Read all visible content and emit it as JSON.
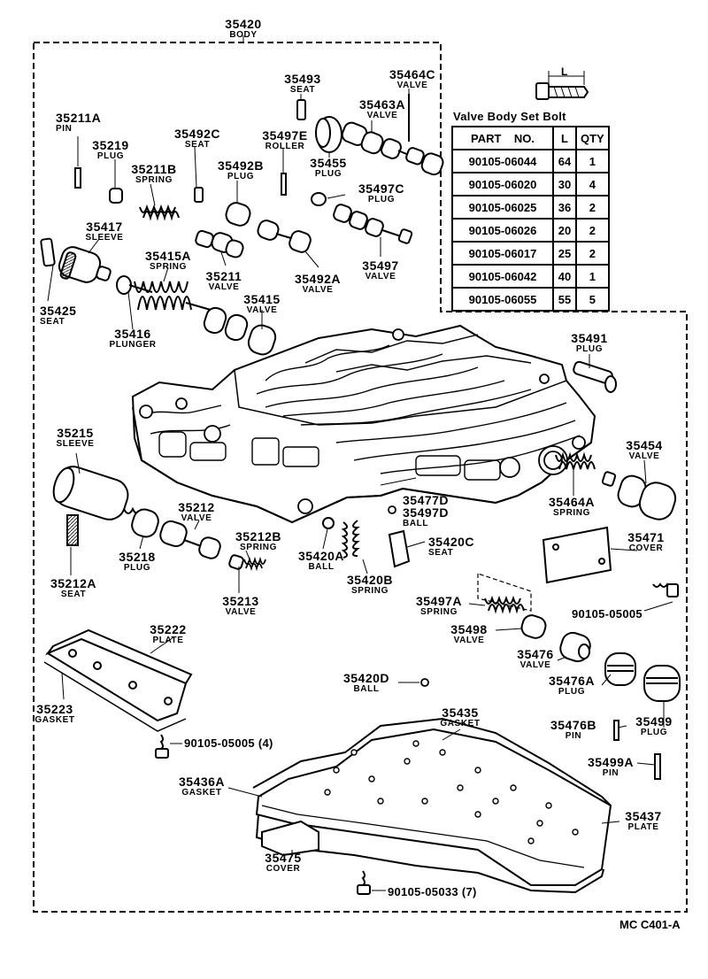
{
  "labels": {
    "body": {
      "num": "35420",
      "name": "BODY"
    },
    "seat_35493": {
      "num": "35493",
      "name": "SEAT"
    },
    "valve_35464c": {
      "num": "35464C",
      "name": "VALVE"
    },
    "valve_35463a": {
      "num": "35463A",
      "name": "VALVE"
    },
    "pin_35211a": {
      "num": "35211A",
      "name": "PIN"
    },
    "seat_35492c": {
      "num": "35492C",
      "name": "SEAT"
    },
    "roller_35497e": {
      "num": "35497E",
      "name": "ROLLER"
    },
    "plug_35455": {
      "num": "35455",
      "name": "PLUG"
    },
    "plug_35219": {
      "num": "35219",
      "name": "PLUG"
    },
    "spring_35211b": {
      "num": "35211B",
      "name": "SPRING"
    },
    "plug_35492b": {
      "num": "35492B",
      "name": "PLUG"
    },
    "plug_35497c": {
      "num": "35497C",
      "name": "PLUG"
    },
    "sleeve_35417": {
      "num": "35417",
      "name": "SLEEVE"
    },
    "spring_35415a": {
      "num": "35415A",
      "name": "SPRING"
    },
    "valve_35211": {
      "num": "35211",
      "name": "VALVE"
    },
    "valve_35492a": {
      "num": "35492A",
      "name": "VALVE"
    },
    "valve_35497": {
      "num": "35497",
      "name": "VALVE"
    },
    "seat_35425": {
      "num": "35425",
      "name": "SEAT"
    },
    "valve_35415": {
      "num": "35415",
      "name": "VALVE"
    },
    "plunger_35416": {
      "num": "35416",
      "name": "PLUNGER"
    },
    "plug_35491": {
      "num": "35491",
      "name": "PLUG"
    },
    "sleeve_35215": {
      "num": "35215",
      "name": "SLEEVE"
    },
    "valve_35454": {
      "num": "35454",
      "name": "VALVE"
    },
    "spring_35464a": {
      "num": "35464A",
      "name": "SPRING"
    },
    "ball_35477d": {
      "num": "35477D",
      "num2": "35497D",
      "name": "BALL"
    },
    "valve_35212": {
      "num": "35212",
      "name": "VALVE"
    },
    "spring_35212b": {
      "num": "35212B",
      "name": "SPRING"
    },
    "seat_35420c": {
      "num": "35420C",
      "name": "SEAT"
    },
    "cover_35471": {
      "num": "35471",
      "name": "COVER"
    },
    "ball_35420a": {
      "num": "35420A",
      "name": "BALL"
    },
    "plug_35218": {
      "num": "35218",
      "name": "PLUG"
    },
    "spring_35420b": {
      "num": "35420B",
      "name": "SPRING"
    },
    "seat_35212a": {
      "num": "35212A",
      "name": "SEAT"
    },
    "valve_35213": {
      "num": "35213",
      "name": "VALVE"
    },
    "spring_35497a": {
      "num": "35497A",
      "name": "SPRING"
    },
    "valve_35498": {
      "num": "35498",
      "name": "VALVE"
    },
    "plate_35222": {
      "num": "35222",
      "name": "PLATE"
    },
    "valve_35476": {
      "num": "35476",
      "name": "VALVE"
    },
    "plug_35476a": {
      "num": "35476A",
      "name": "PLUG"
    },
    "ball_35420d": {
      "num": "35420D",
      "name": "BALL"
    },
    "gasket_35223": {
      "num": "35223",
      "name": "GASKET"
    },
    "gasket_35435": {
      "num": "35435",
      "name": "GASKET"
    },
    "pin_35476b": {
      "num": "35476B",
      "name": "PIN"
    },
    "plug_35499": {
      "num": "35499",
      "name": "PLUG"
    },
    "pin_35499a": {
      "num": "35499A",
      "name": "PIN"
    },
    "gasket_35436a": {
      "num": "35436A",
      "name": "GASKET"
    },
    "plate_35437": {
      "num": "35437",
      "name": "PLATE"
    },
    "cover_35475": {
      "num": "35475",
      "name": "COVER"
    }
  },
  "bolts": {
    "bolt_a": "90105-05005",
    "bolt_b": "90105-05005 (4)",
    "bolt_c": "90105-05033 (7)"
  },
  "table": {
    "title": "Valve Body Set Bolt",
    "dimension_label": "L",
    "headers": {
      "part": "PART    NO.",
      "l": "L",
      "qty": "QTY"
    },
    "rows": [
      {
        "part": "90105-06044",
        "l": "64",
        "qty": "1"
      },
      {
        "part": "90105-06020",
        "l": "30",
        "qty": "4"
      },
      {
        "part": "90105-06025",
        "l": "36",
        "qty": "2"
      },
      {
        "part": "90105-06026",
        "l": "20",
        "qty": "2"
      },
      {
        "part": "90105-06017",
        "l": "25",
        "qty": "2"
      },
      {
        "part": "90105-06042",
        "l": "40",
        "qty": "1"
      },
      {
        "part": "90105-06055",
        "l": "55",
        "qty": "5"
      }
    ]
  },
  "drawing_code": "MC C401-A"
}
